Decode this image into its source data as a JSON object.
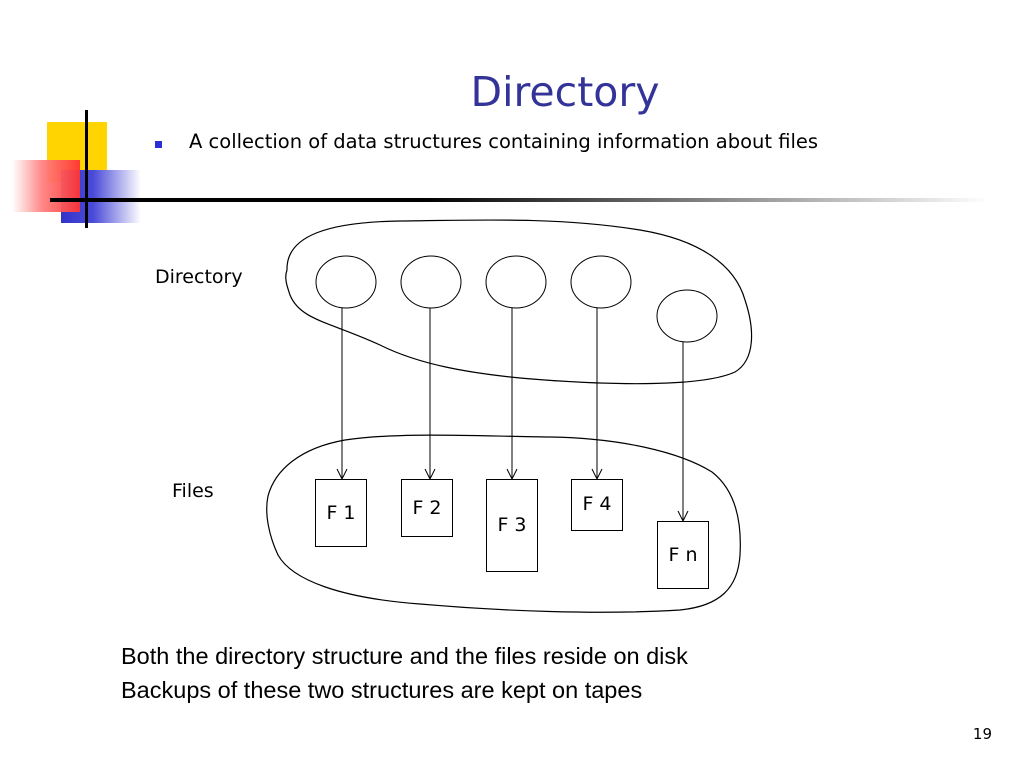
{
  "slide": {
    "title": "Directory",
    "bullets": [
      "A collection of data structures containing information about files"
    ],
    "diagram": {
      "directory_label": "Directory",
      "files_label": "Files",
      "files": [
        "F 1",
        "F 2",
        "F 3",
        "F 4",
        "F n"
      ]
    },
    "notes": [
      "Both the directory structure and the files reside on disk",
      "Backups of these two structures are kept on tapes"
    ],
    "page_number": "19"
  },
  "colors": {
    "title": "#333399",
    "bullet": "#2e2ed6",
    "deco_yellow": "#ffd400",
    "deco_red": "#ff3b3b",
    "deco_blue": "#3333cc"
  }
}
